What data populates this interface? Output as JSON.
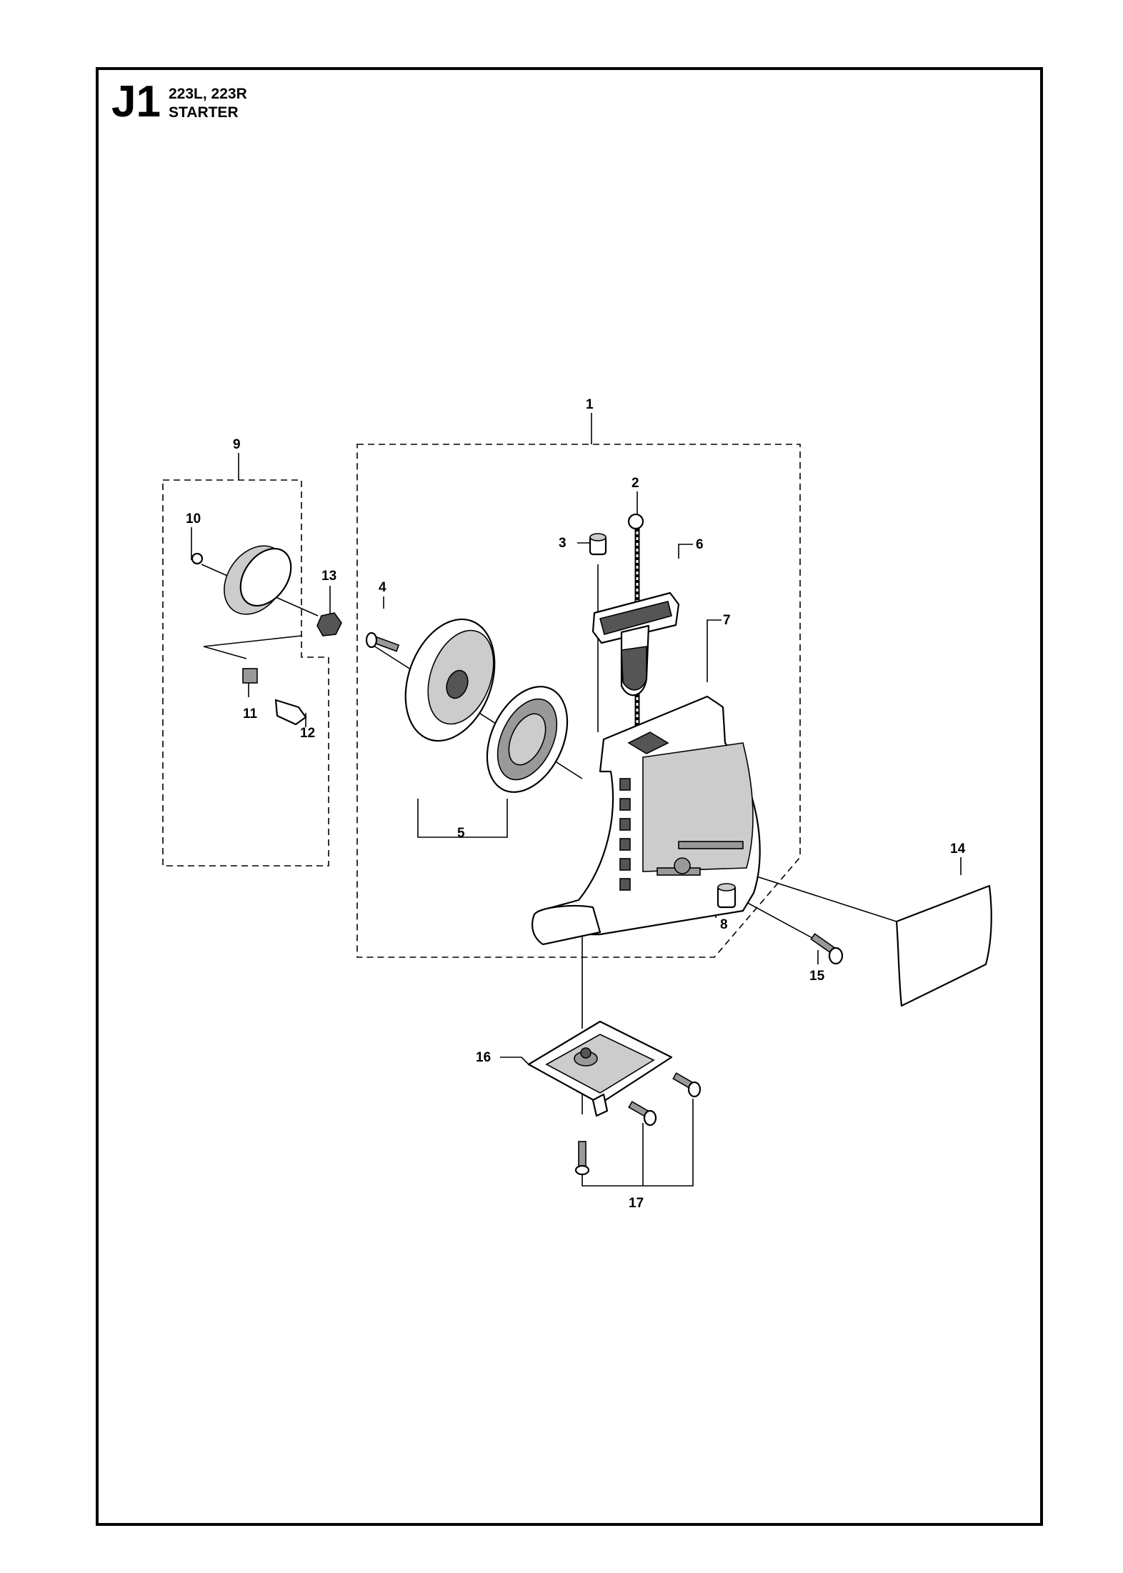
{
  "header": {
    "code": "J1",
    "model": "223L, 223R",
    "subtitle": "STARTER"
  },
  "callouts": [
    "1",
    "2",
    "3",
    "4",
    "5",
    "6",
    "7",
    "8",
    "9",
    "10",
    "11",
    "12",
    "13",
    "14",
    "15",
    "16",
    "17"
  ]
}
